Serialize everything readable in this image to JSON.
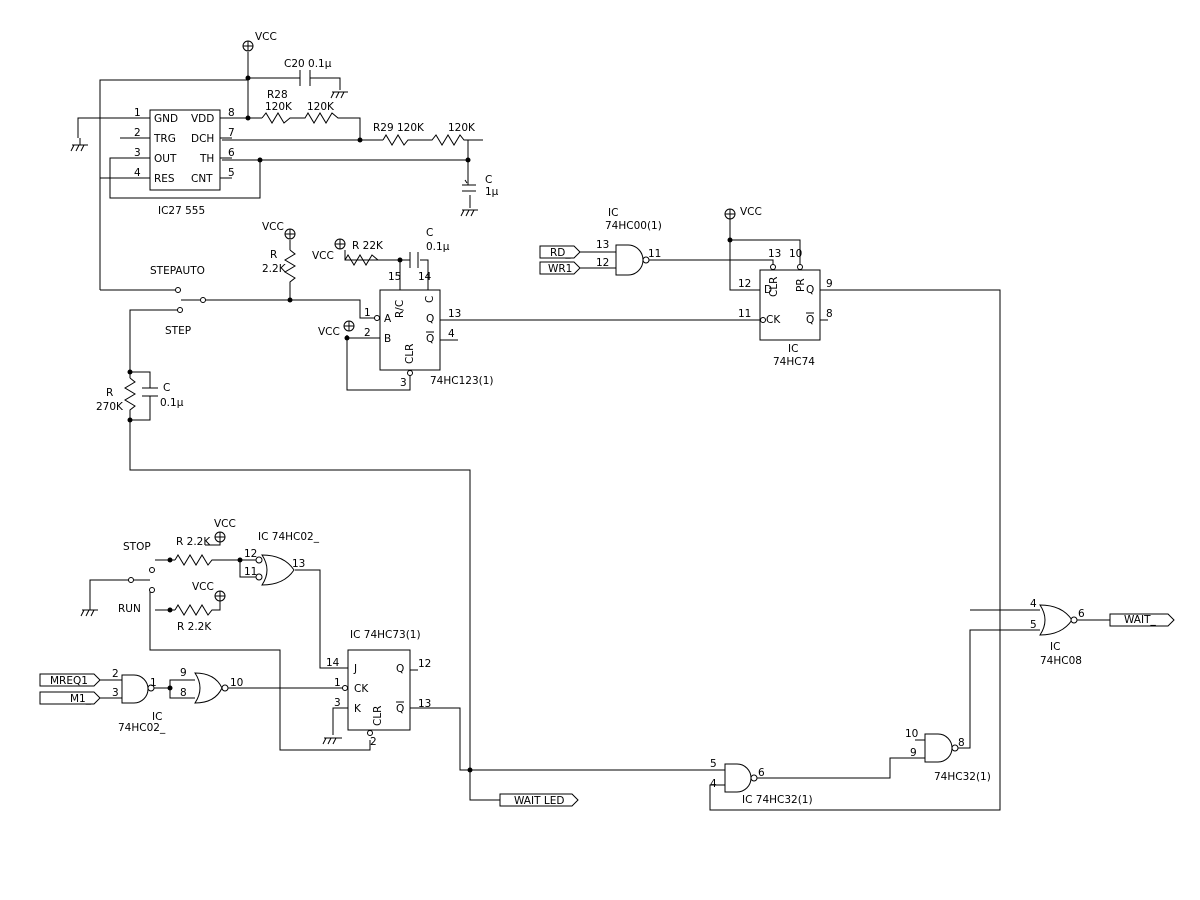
{
  "supply": {
    "vcc": "VCC"
  },
  "ic27": {
    "name": "IC27 555",
    "pins": [
      {
        "num": "1",
        "name": "GND"
      },
      {
        "num": "2",
        "name": "TRG"
      },
      {
        "num": "3",
        "name": "OUT"
      },
      {
        "num": "4",
        "name": "RES"
      },
      {
        "num": "8",
        "name": "VDD"
      },
      {
        "num": "7",
        "name": "DCH"
      },
      {
        "num": "6",
        "name": "TH"
      },
      {
        "num": "5",
        "name": "CNT"
      }
    ]
  },
  "passives": {
    "c20": "C20 0.1μ",
    "r28": "R28",
    "r28_value": "120K",
    "r28b_value": "120K",
    "r29": "R29 120K",
    "r29b_value": "120K",
    "c_timer": "C",
    "c_timer_value": "1μ",
    "r_step": "R",
    "r_step_value": "2.2K",
    "r_mono": "R  22K",
    "c_mono": "C",
    "c_mono_value": "0.1μ",
    "r_debounce": "R",
    "r_debounce_value": "270K",
    "c_debounce": "C",
    "c_debounce_value": "0.1μ",
    "r_stop": "R 2.2K",
    "r_run": "R 2.2K"
  },
  "switches": {
    "stepauto": "STEPAUTO",
    "step": "STEP",
    "stop": "STOP",
    "run": "RUN"
  },
  "ic_74hc123": {
    "name": "74HC123(1)",
    "pins": {
      "a": "1",
      "b": "2",
      "rc": "15",
      "c": "14",
      "q": "13",
      "qbar": "4",
      "clr": "3"
    },
    "labels": {
      "a": "A",
      "b": "B",
      "rc": "R/C",
      "c": "C",
      "q": "Q",
      "qbar": "Q",
      "clr": "CLR"
    }
  },
  "ic_74hc00": {
    "prefix": "IC",
    "name": "74HC00(1)",
    "in1": "13",
    "in2": "12",
    "out": "11"
  },
  "signals": {
    "rd": "RD_",
    "wr": "WR1",
    "mreq": "MREQ1",
    "m1": "M1_",
    "wait": "WAIT_",
    "wait_led": "WAIT LED"
  },
  "ic_74hc74": {
    "prefix": "IC",
    "name": "74HC74",
    "pins": {
      "clr": "13",
      "pr": "10",
      "d": "12",
      "q": "9",
      "ck": "11",
      "qbar": "8"
    },
    "labels": {
      "clr": "CLR",
      "pr": "PR",
      "d": "D",
      "q": "Q",
      "ck": "CK",
      "qbar": "Q"
    }
  },
  "ic_74hc02_top": {
    "name": "IC 74HC02_",
    "in1": "12",
    "in2": "11",
    "out": "13"
  },
  "ic_74hc73": {
    "name": "IC  74HC73(1)",
    "pins": {
      "j": "14",
      "q": "12",
      "ck": "1",
      "k": "3",
      "qbar": "13",
      "clr": "2"
    },
    "labels": {
      "j": "J",
      "q": "Q",
      "ck": "CK",
      "k": "K",
      "qbar": "Q",
      "clr": "CLR"
    }
  },
  "ic_74hc02_low": {
    "prefix": "IC",
    "name": "74HC02_",
    "in1": "2",
    "in2": "3",
    "out": "1"
  },
  "gate_nor2": {
    "in1": "9",
    "in2": "8",
    "out": "10"
  },
  "ic_74hc08": {
    "prefix": "IC",
    "name": "74HC08",
    "in1": "4",
    "in2": "5",
    "out": "6"
  },
  "ic_74hc32_a": {
    "name": "74HC32(1)",
    "in1": "10",
    "in2": "9",
    "out": "8"
  },
  "ic_74hc32_b": {
    "name": "IC   74HC32(1)",
    "in1": "5",
    "in2": "4",
    "out": "6"
  }
}
